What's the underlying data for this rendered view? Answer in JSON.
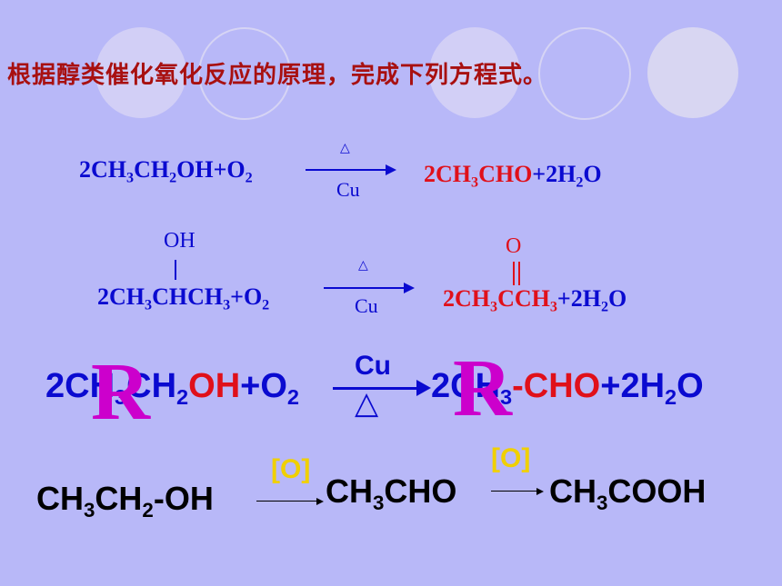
{
  "title": "根据醇类催化氧化反应的原理，完成下列方程式。",
  "eq1": {
    "left": [
      "2CH",
      "3",
      "CH",
      "2",
      "OH+O",
      "2"
    ],
    "cond_top": "△",
    "cond_bottom": "Cu",
    "right_red": [
      "2CH",
      "3",
      "CHO"
    ],
    "right_plus": [
      "+2H",
      "2",
      "O"
    ]
  },
  "eq2": {
    "oh": "OH",
    "left": [
      "2CH",
      "3",
      "CHCH",
      "3",
      "+O",
      "2"
    ],
    "cond_top": "△",
    "cond_bottom": "Cu",
    "o": "O",
    "right_red": [
      "2CH",
      "3",
      "CCH",
      "3"
    ],
    "right_plus": [
      "+2H",
      "2",
      "O"
    ]
  },
  "eq3": {
    "left_a": "2CH",
    "left_sub1": "3",
    "left_b": "CH",
    "left_sub2": "2",
    "left_oh": "OH",
    "left_c": "+O",
    "left_sub3": "2",
    "cond_top": "Cu",
    "cond_bottom": "△",
    "right_a": "2CH",
    "right_sub1": "3",
    "right_cho": "-CHO",
    "right_b": "+2H",
    "right_sub2": "2",
    "right_c": "O",
    "R1": "R",
    "R2": "R"
  },
  "eq4": {
    "ethanol": [
      "CH",
      "3",
      "CH",
      "2",
      "-OH"
    ],
    "ox1": "[O]",
    "acetaldehyde": [
      "CH",
      "3",
      "CHO"
    ],
    "ox2": "[O]",
    "acid": [
      "CH",
      "3",
      "COOH"
    ]
  },
  "colors": {
    "background": "#b8b8f8",
    "title": "#a81010",
    "blue": "#0a0ad0",
    "red": "#e0101a",
    "magenta": "#cc00cc",
    "yellow": "#f0d000"
  }
}
